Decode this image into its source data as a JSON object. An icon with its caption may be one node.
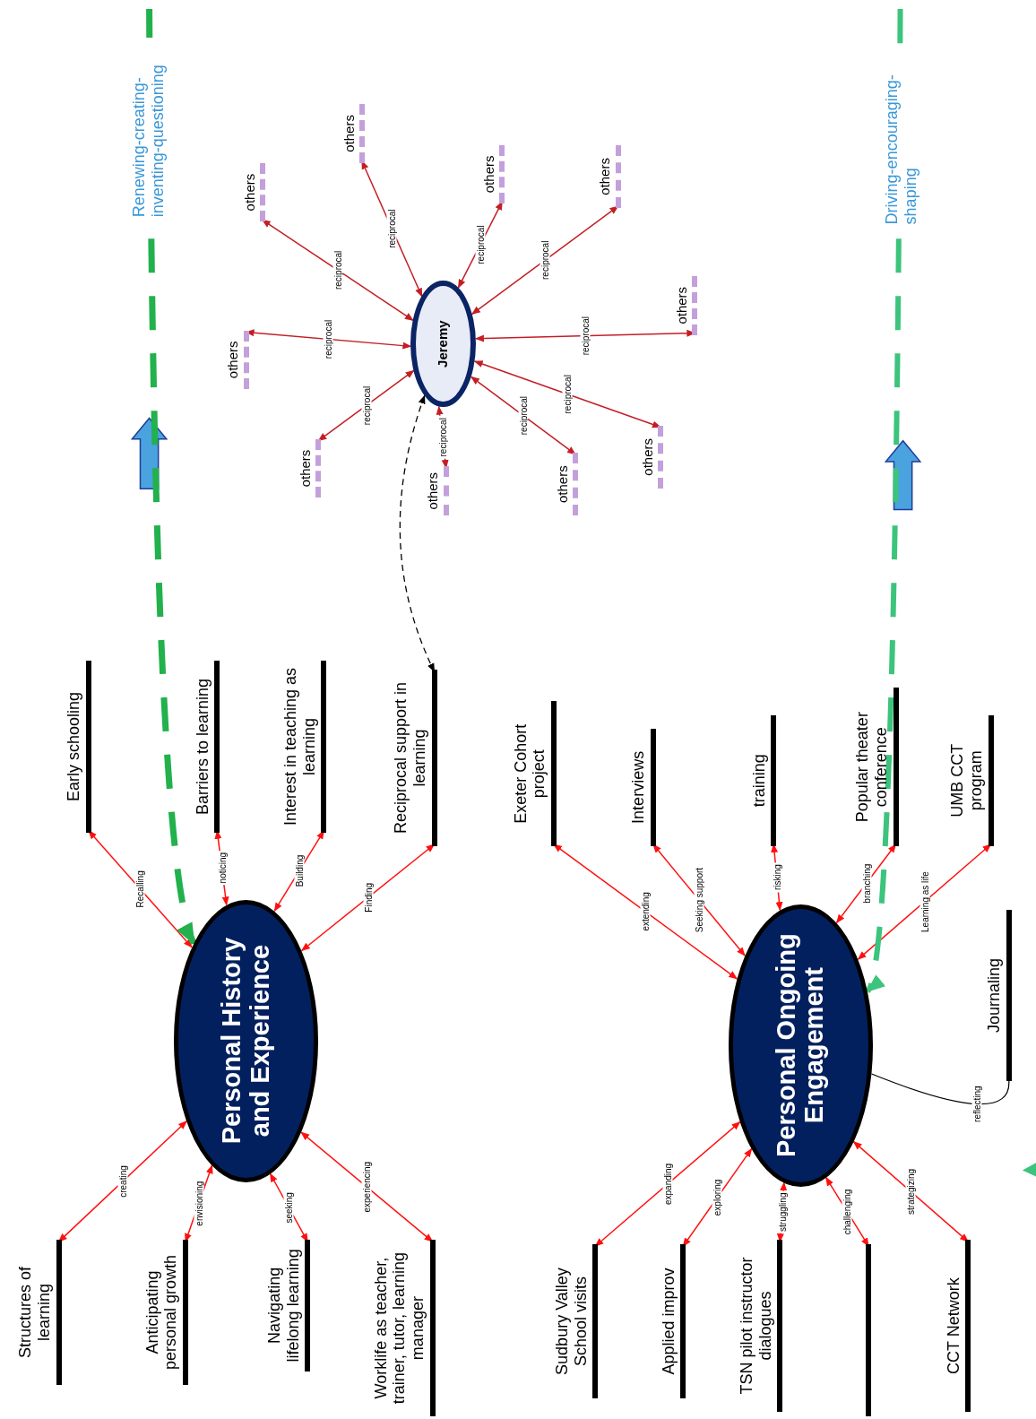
{
  "diagram": {
    "nodes": [
      {
        "text": [
          "Personal History and Experience"
        ]
      },
      {
        "text": [
          "Personal Ongoing Engagement"
        ]
      },
      {
        "text": [
          "Jeremy"
        ]
      },
      {
        "text": [
          "Early schooling"
        ]
      },
      {
        "text": [
          "Barriers to learning"
        ]
      },
      {
        "text": [
          "Interest in teaching as learning"
        ]
      },
      {
        "text": [
          "Reciprocal support in learning"
        ]
      },
      {
        "text": [
          "Structures of learning"
        ]
      },
      {
        "text": [
          "Anticipating personal growth"
        ]
      },
      {
        "text": [
          "Navigating lifelong learning"
        ]
      },
      {
        "text": [
          "Worklife as teacher, trainer, tutor, learning manager"
        ]
      },
      {
        "text": [
          "Exeter Cohort project"
        ]
      },
      {
        "text": [
          "Interviews"
        ]
      },
      {
        "text": [
          "training"
        ]
      },
      {
        "text": [
          "Popular theater conference"
        ]
      },
      {
        "text": [
          "UMB CCT program"
        ]
      },
      {
        "text": [
          "Journaling"
        ]
      },
      {
        "text": [
          "Sudbury Valley School visits"
        ]
      },
      {
        "text": [
          "Applied improv"
        ]
      },
      {
        "text": [
          "TSN pilot instructor dialogues"
        ]
      },
      {
        "text": [],
        "shape": "bar"
      },
      {
        "text": [
          "CCT Network"
        ]
      },
      {
        "text": [
          "others"
        ]
      },
      {
        "text": [
          "others"
        ]
      },
      {
        "text": [
          "others"
        ]
      },
      {
        "text": [
          "others"
        ]
      },
      {
        "text": [
          "others"
        ]
      },
      {
        "text": [
          "others"
        ]
      },
      {
        "text": [
          "others"
        ]
      },
      {
        "text": [
          "others"
        ]
      },
      {
        "text": [
          "others"
        ]
      },
      {
        "text": [
          "others"
        ]
      }
    ],
    "edges": [
      {
        "from": 0,
        "to": 3,
        "arrow": "both",
        "label": "Recalling"
      },
      {
        "from": 0,
        "to": 4,
        "arrow": "both",
        "label": "noticing"
      },
      {
        "from": 0,
        "to": 5,
        "arrow": "both",
        "label": "Building"
      },
      {
        "from": 0,
        "to": 6,
        "arrow": "both",
        "label": "Finding"
      },
      {
        "from": 0,
        "to": 7,
        "arrow": "both",
        "label": "creating"
      },
      {
        "from": 0,
        "to": 8,
        "arrow": "both",
        "label": "envisioning"
      },
      {
        "from": 0,
        "to": 9,
        "arrow": "both",
        "label": "seeking"
      },
      {
        "from": 0,
        "to": 10,
        "arrow": "both",
        "label": "experiencing"
      },
      {
        "from": 1,
        "to": 11,
        "arrow": "both",
        "label": "extending"
      },
      {
        "from": 1,
        "to": 12,
        "arrow": "both",
        "label": "Seeking support"
      },
      {
        "from": 1,
        "to": 13,
        "arrow": "both",
        "label": "risking"
      },
      {
        "from": 1,
        "to": 14,
        "arrow": "both",
        "label": "branching"
      },
      {
        "from": 1,
        "to": 15,
        "arrow": "both",
        "label": "Learning as life"
      },
      {
        "from": 1,
        "to": 16,
        "arrow": "none",
        "label": "reflecting",
        "color": "#000000"
      },
      {
        "from": 1,
        "to": 17,
        "arrow": "both",
        "label": "expanding"
      },
      {
        "from": 1,
        "to": 18,
        "arrow": "both",
        "label": "exploring"
      },
      {
        "from": 1,
        "to": 19,
        "arrow": "both",
        "label": "struggling"
      },
      {
        "from": 1,
        "to": 20,
        "arrow": "both",
        "label": "challenging"
      },
      {
        "from": 1,
        "to": 21,
        "arrow": "both",
        "label": "strategizing"
      },
      {
        "from": 2,
        "to": 6,
        "arrow": "both",
        "style": "dashed",
        "color": "#000000"
      },
      {
        "from": 2,
        "to": 22,
        "arrow": "both",
        "label": "reciprocal",
        "color": "#c41e24"
      },
      {
        "from": 2,
        "to": 23,
        "arrow": "both",
        "label": "reciprocal",
        "color": "#c41e24"
      },
      {
        "from": 2,
        "to": 24,
        "arrow": "both",
        "label": "reciprocal",
        "color": "#c41e24"
      },
      {
        "from": 2,
        "to": 25,
        "arrow": "both",
        "label": "reciprocal",
        "color": "#c41e24"
      },
      {
        "from": 2,
        "to": 26,
        "arrow": "both",
        "label": "reciprocal",
        "color": "#c41e24"
      },
      {
        "from": 2,
        "to": 27,
        "arrow": "both",
        "label": "reciprocal",
        "color": "#c41e24"
      },
      {
        "from": 2,
        "to": 28,
        "arrow": "both",
        "label": "reciprocal",
        "color": "#c41e24"
      },
      {
        "from": 2,
        "to": 29,
        "arrow": "both",
        "label": "reciprocal",
        "color": "#c41e24"
      },
      {
        "from": 2,
        "to": 30,
        "arrow": "both",
        "label": "reciprocal",
        "color": "#c41e24"
      },
      {
        "from": 2,
        "to": 31,
        "arrow": "both",
        "label": "reciprocal",
        "color": "#c41e24"
      },
      {
        "from": null,
        "to": 0,
        "arrow": "to",
        "style": "dashed",
        "color": "#22b14c"
      },
      {
        "from": null,
        "to": 1,
        "arrow": "to",
        "style": "dashed",
        "color": "#3cc47c"
      }
    ],
    "labels": [
      "Renewing-creating-inventing-questioning",
      "Driving-encouraging-shaping"
    ]
  }
}
